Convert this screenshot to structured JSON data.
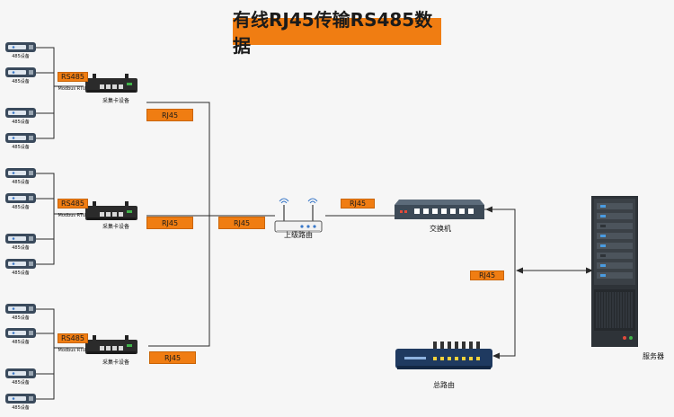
{
  "title": "有线RJ45传输RS485数据",
  "groups": [
    {
      "devices": [
        "485设备",
        "485设备",
        "485设备",
        "485设备"
      ],
      "rs485_label": "RS485",
      "protocol_label": "Modbus RTU",
      "collector_label": "采集卡设备",
      "rj45_label": "RJ45"
    },
    {
      "devices": [
        "485设备",
        "485设备",
        "485设备",
        "485设备"
      ],
      "rs485_label": "RS485",
      "protocol_label": "Modbus RTU",
      "collector_label": "采集卡设备",
      "rj45_label": "RJ45"
    },
    {
      "devices": [
        "485设备",
        "485设备",
        "485设备",
        "485设备"
      ],
      "rs485_label": "RS485",
      "protocol_label": "Modbus RTU",
      "collector_label": "采集卡设备",
      "rj45_label": "RJ45"
    }
  ],
  "router": {
    "label": "上级路由",
    "in_label": "RJ45",
    "out_label": "RJ45"
  },
  "switch": {
    "label": "交换机"
  },
  "server": {
    "label": "服务器",
    "link_label": "RJ45"
  },
  "main_router": {
    "label": "总路由"
  },
  "colors": {
    "accent": "#f07d12",
    "line": "#2a2a2a",
    "device": "#3a4a5c"
  }
}
